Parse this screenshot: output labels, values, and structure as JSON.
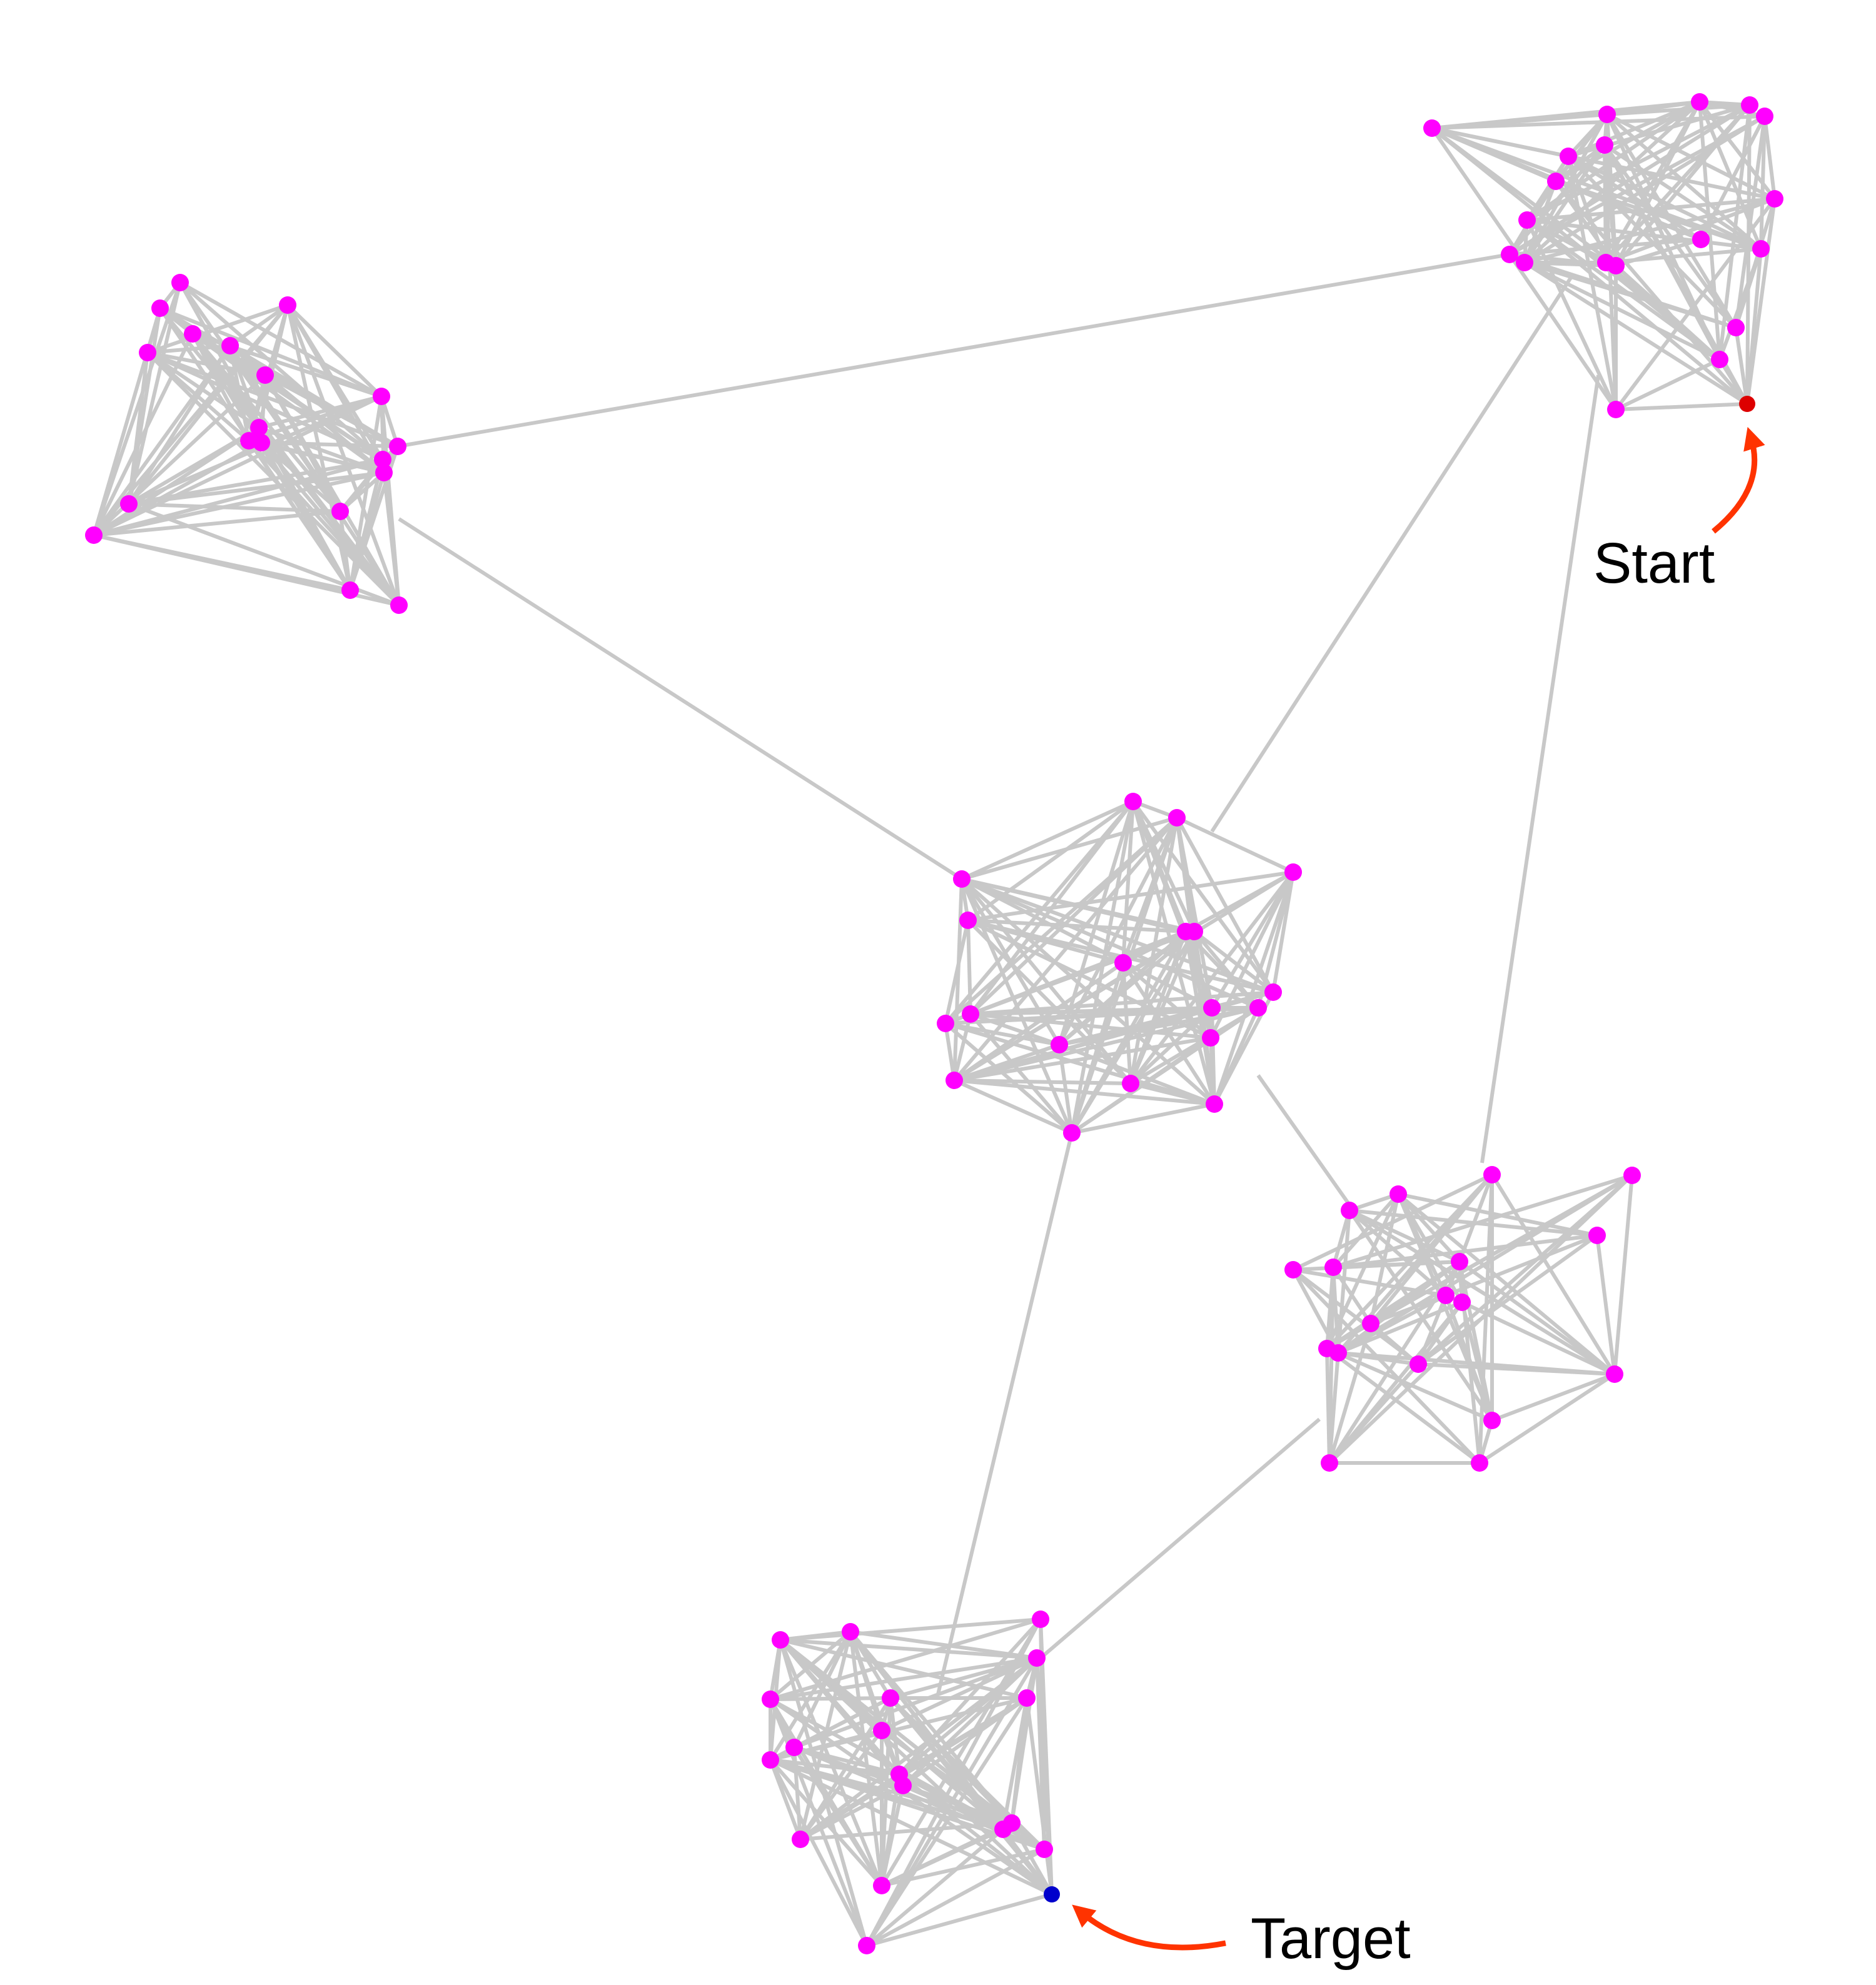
{
  "labels": {
    "start": "Start",
    "target": "Target"
  },
  "colors": {
    "node": "#ff00ff",
    "start_node": "#dd0000",
    "target_node": "#0000cc",
    "edge": "#c8c8c8",
    "arrow": "#ff3300"
  },
  "special_nodes": {
    "start": "start",
    "target": "target"
  }
}
